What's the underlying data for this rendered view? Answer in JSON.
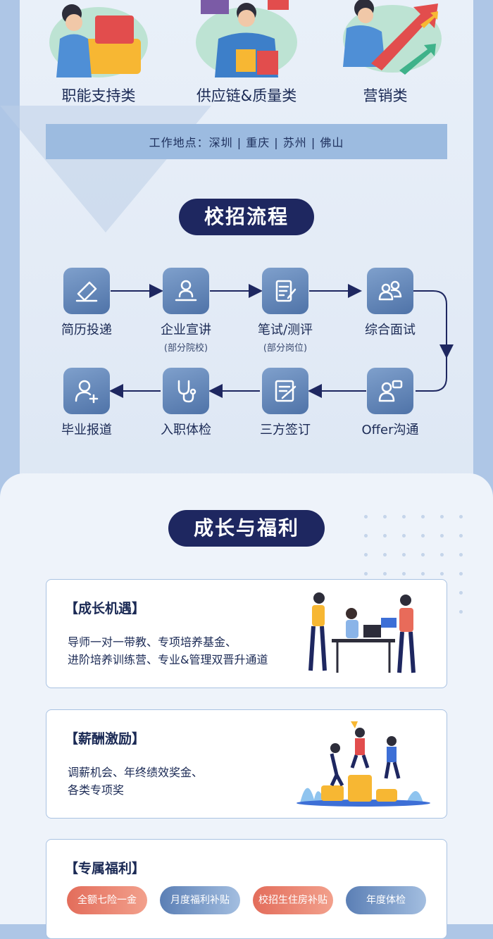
{
  "categories": [
    "职能支持类",
    "供应链&质量类",
    "营销类"
  ],
  "location": "工作地点：深圳 | 重庆 | 苏州 | 佛山",
  "process": {
    "title": "校招流程",
    "steps": [
      {
        "label": "简历投递",
        "sub": "",
        "icon": "resume-icon"
      },
      {
        "label": "企业宣讲",
        "sub": "(部分院校)",
        "icon": "presentation-icon"
      },
      {
        "label": "笔试/测评",
        "sub": "(部分岗位)",
        "icon": "written-test-icon"
      },
      {
        "label": "综合面试",
        "sub": "",
        "icon": "interview-icon"
      },
      {
        "label": "Offer沟通",
        "sub": "",
        "icon": "offer-icon"
      },
      {
        "label": "三方签订",
        "sub": "",
        "icon": "contract-icon"
      },
      {
        "label": "入职体检",
        "sub": "",
        "icon": "stethoscope-icon"
      },
      {
        "label": "毕业报道",
        "sub": "",
        "icon": "add-user-icon"
      }
    ]
  },
  "growth": {
    "title": "成长与福利",
    "cards": [
      {
        "title": "【成长机遇】",
        "lines": [
          "导师一对一带教、专项培养基金、",
          "进阶培养训练营、专业&管理双晋升通道"
        ]
      },
      {
        "title": "【薪酬激励】",
        "lines": [
          "调薪机会、年终绩效奖金、",
          "各类专项奖"
        ]
      },
      {
        "title": "【专属福利】",
        "lines": []
      }
    ],
    "tags": [
      "全额七险一金",
      "月度福利补贴",
      "校招生住房补贴",
      "年度体检"
    ]
  },
  "colors": {
    "navy": "#1e2760",
    "accent_red": "#e36d5b",
    "accent_blue": "#5b7fb5"
  }
}
